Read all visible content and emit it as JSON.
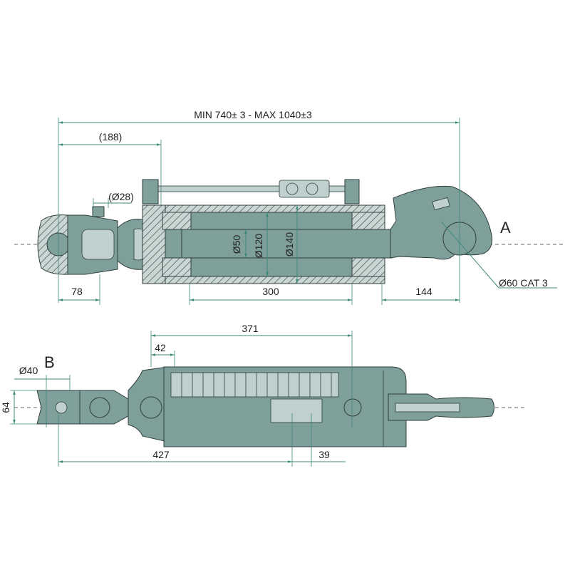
{
  "colors": {
    "body": "#7f9f9b",
    "dimension": "#3d8a78",
    "light": "#bfd0ce"
  },
  "top_view": {
    "overall_length": "MIN 740± 3 - MAX 1040±3",
    "dim_188": "(188)",
    "dim_pin": "(Ø28)",
    "dim_78": "78",
    "dim_300": "300",
    "dim_144": "144",
    "rod_dia": "Ø50",
    "bore_dia": "Ø120",
    "outer_dia": "Ø140",
    "label_a": "A",
    "hook_spec": "Ø60 CAT 3"
  },
  "bottom_view": {
    "label_b": "B",
    "dim_40": "Ø40",
    "dim_64": "64",
    "dim_371": "371",
    "dim_42": "42",
    "dim_427": "427",
    "dim_39": "39"
  }
}
